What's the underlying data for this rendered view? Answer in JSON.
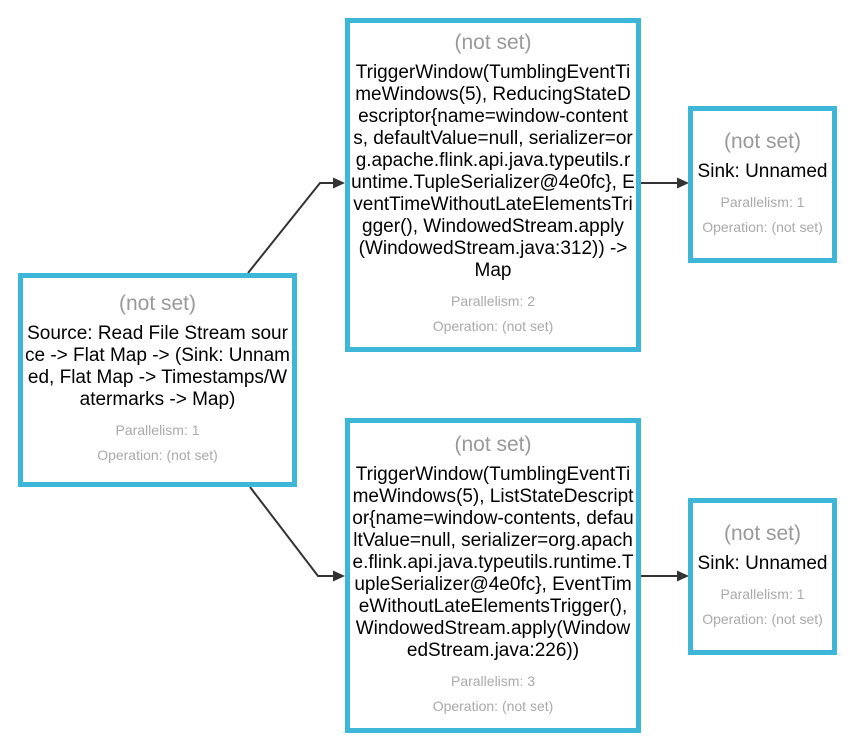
{
  "colors": {
    "node_border": "#3eb6d7",
    "arrow": "#333333",
    "title_text": "#999999",
    "stat_text": "#aaaaaa",
    "description_text": "#000000"
  },
  "nodes": {
    "source": {
      "title": "(not set)",
      "description": "Source: Read File Stream source -> Flat Map -> (Sink: Unnamed, Flat Map -> Timestamps/Watermarks -> Map)",
      "parallelism": "Parallelism: 1",
      "operation": "Operation: (not set)"
    },
    "window_reducing": {
      "title": "(not set)",
      "description": "TriggerWindow(TumblingEventTimeWindows(5), ReducingStateDescriptor{name=window-contents, defaultValue=null, serializer=org.apache.flink.api.java.typeutils.runtime.TupleSerializer@4e0fc}, EventTimeWithoutLateElementsTrigger(), WindowedStream.apply(WindowedStream.java:312)) -> Map",
      "parallelism": "Parallelism: 2",
      "operation": "Operation: (not set)"
    },
    "sink_top": {
      "title": "(not set)",
      "description": "Sink: Unnamed",
      "parallelism": "Parallelism: 1",
      "operation": "Operation: (not set)"
    },
    "window_list": {
      "title": "(not set)",
      "description": "TriggerWindow(TumblingEventTimeWindows(5), ListStateDescriptor{name=window-contents, defaultValue=null, serializer=org.apache.flink.api.java.typeutils.runtime.TupleSerializer@4e0fc}, EventTimeWithoutLateElementsTrigger(), WindowedStream.apply(WindowedStream.java:226))",
      "parallelism": "Parallelism: 3",
      "operation": "Operation: (not set)"
    },
    "sink_bottom": {
      "title": "(not set)",
      "description": "Sink: Unnamed",
      "parallelism": "Parallelism: 1",
      "operation": "Operation: (not set)"
    }
  },
  "edges": [
    {
      "from": "source",
      "to": "window_reducing"
    },
    {
      "from": "source",
      "to": "window_list"
    },
    {
      "from": "window_reducing",
      "to": "sink_top"
    },
    {
      "from": "window_list",
      "to": "sink_bottom"
    }
  ]
}
